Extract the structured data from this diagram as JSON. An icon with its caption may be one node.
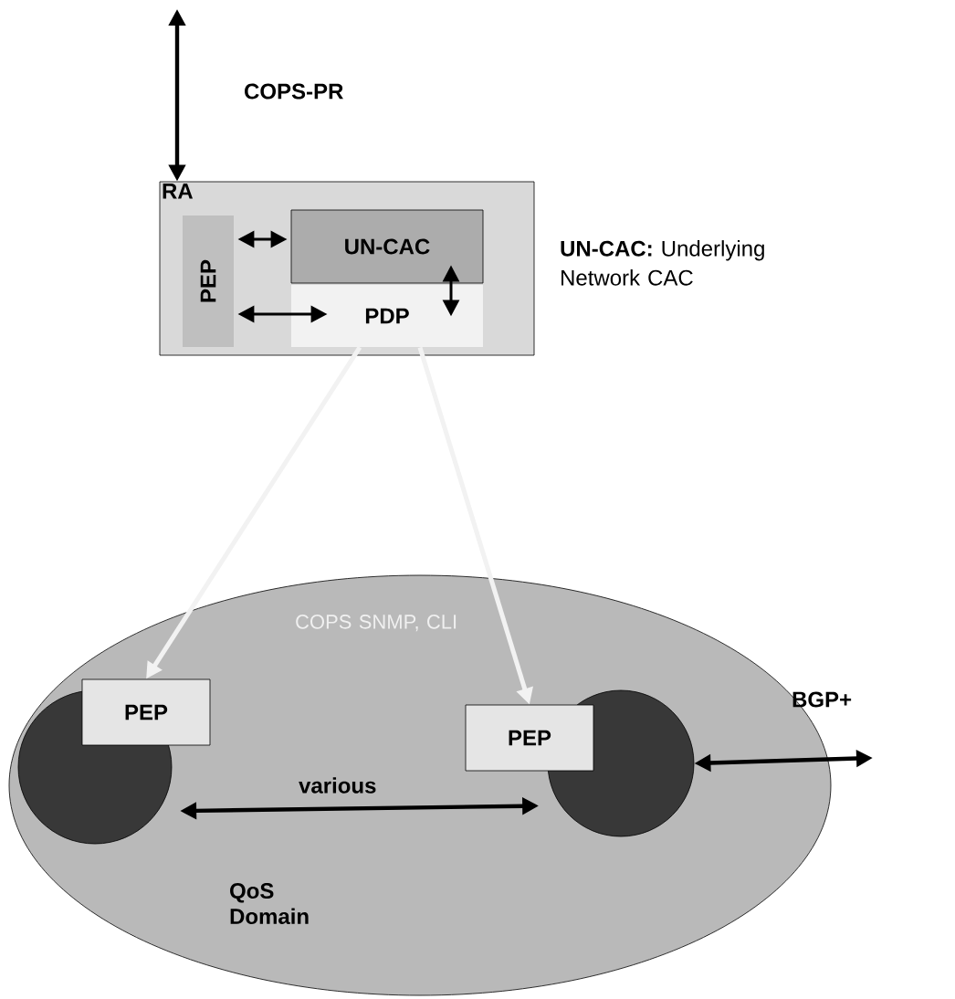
{
  "diagram": {
    "nodes": [
      {
        "text": [
          "RA"
        ]
      },
      {
        "text": [
          "PEP"
        ],
        "in": 0
      },
      {
        "text": [
          "UN-CAC"
        ],
        "in": 0
      },
      {
        "text": [
          "PDP"
        ],
        "in": 0
      },
      {
        "text": [
          "QoS Domain"
        ]
      },
      {
        "text": [],
        "shape": "circle",
        "in": 4
      },
      {
        "text": [
          "PEP"
        ],
        "in": 4
      },
      {
        "text": [],
        "shape": "circle",
        "in": 4
      },
      {
        "text": [
          "PEP"
        ],
        "in": 4
      }
    ],
    "edges": [
      {
        "from": null,
        "to": 0,
        "arrow": "both",
        "label": "COPS-PR"
      },
      {
        "from": 1,
        "to": 2,
        "arrow": "both"
      },
      {
        "from": 1,
        "to": 3,
        "arrow": "both"
      },
      {
        "from": 2,
        "to": 3,
        "arrow": "both"
      },
      {
        "from": 3,
        "to": 6,
        "arrow": "to",
        "color": "#f2f2f2"
      },
      {
        "from": 3,
        "to": 8,
        "arrow": "to",
        "color": "#f2f2f2"
      },
      {
        "from": 5,
        "to": 7,
        "arrow": "both",
        "label": "various"
      },
      {
        "from": 7,
        "to": null,
        "arrow": "both",
        "label": "BGP+"
      }
    ],
    "labels": [
      "**UN-CAC:** Underlying Network CAC",
      "COPS SNMP, CLI"
    ]
  }
}
